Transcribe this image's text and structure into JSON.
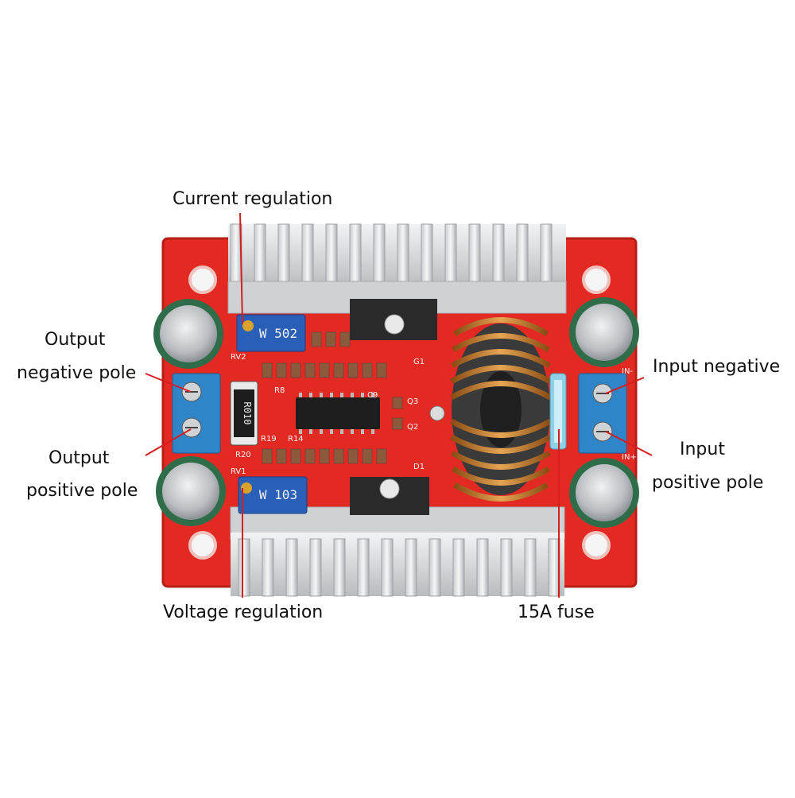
{
  "labels": {
    "current_regulation": "Current regulation",
    "output_negative_line1": "Output",
    "output_negative_line2": "negative pole",
    "output_positive_line1": "Output",
    "output_positive_line2": "positive pole",
    "input_negative": "Input negative",
    "input_positive_line1": "Input",
    "input_positive_line2": "positive pole",
    "voltage_regulation": "Voltage regulation",
    "fuse": "15A fuse"
  },
  "board": {
    "pot_top_marking": "W 502",
    "pot_bottom_marking": "W 103",
    "shunt_marking": "R010",
    "silk": {
      "rv2": "RV2",
      "rv1": "RV1",
      "r8": "R8",
      "r19": "R19",
      "r14": "R14",
      "r20": "R20",
      "c9": "C9",
      "q3": "Q3",
      "q2": "Q2",
      "g1": "G1",
      "d1": "D1",
      "in_minus": "IN-",
      "in_plus": "IN+"
    }
  },
  "colors": {
    "pcb": "#e32a22",
    "heatsink": "#d9dbdd",
    "copper": "#c47a2c",
    "capacitor": "#2f6d4a",
    "terminal": "#2e86c9",
    "pot": "#2a5fb8",
    "pointer_red": "#d61e1e"
  }
}
